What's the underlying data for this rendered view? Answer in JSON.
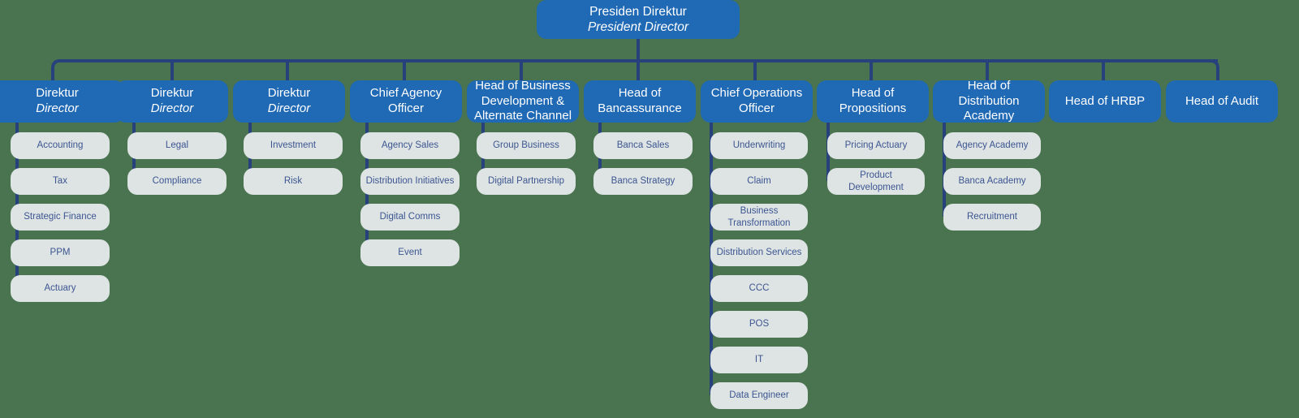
{
  "colors": {
    "background": "#4a7350",
    "node_blue": "#2069b5",
    "node_gray": "#dee4e4",
    "connector": "#27417c",
    "blue_text": "#ffffff",
    "gray_text": "#3c5591"
  },
  "root": {
    "title_id": "Presiden Direktur",
    "title_en": "President Director"
  },
  "columns": [
    {
      "head_id": "Direktur",
      "head_en": "Director",
      "children": [
        "Accounting",
        "Tax",
        "Strategic Finance",
        "PPM",
        "Actuary"
      ]
    },
    {
      "head_id": "Direktur",
      "head_en": "Director",
      "children": [
        "Legal",
        "Compliance"
      ]
    },
    {
      "head_id": "Direktur",
      "head_en": "Director",
      "children": [
        "Investment",
        "Risk"
      ]
    },
    {
      "head_id": "Chief Agency Officer",
      "head_en": "",
      "children": [
        "Agency Sales",
        "Distribution Initiatives",
        "Digital Comms",
        "Event"
      ]
    },
    {
      "head_id": "Head of Business Development & Alternate Channel",
      "head_en": "",
      "children": [
        "Group Business",
        "Digital Partnership"
      ]
    },
    {
      "head_id": "Head of Bancassurance",
      "head_en": "",
      "children": [
        "Banca Sales",
        "Banca Strategy"
      ]
    },
    {
      "head_id": "Chief Operations Officer",
      "head_en": "",
      "children": [
        "Underwriting",
        "Claim",
        "Business Transformation",
        "Distribution Services",
        "CCC",
        "POS",
        "IT",
        "Data Engineer"
      ]
    },
    {
      "head_id": "Head of Propositions",
      "head_en": "",
      "children": [
        "Pricing Actuary",
        "Product Development"
      ]
    },
    {
      "head_id": "Head of Distribution Academy",
      "head_en": "",
      "children": [
        "Agency Academy",
        "Banca Academy",
        "Recruitment"
      ]
    },
    {
      "head_id": "Head of HRBP",
      "head_en": "",
      "children": []
    },
    {
      "head_id": "Head of Audit",
      "head_en": "",
      "children": []
    }
  ]
}
